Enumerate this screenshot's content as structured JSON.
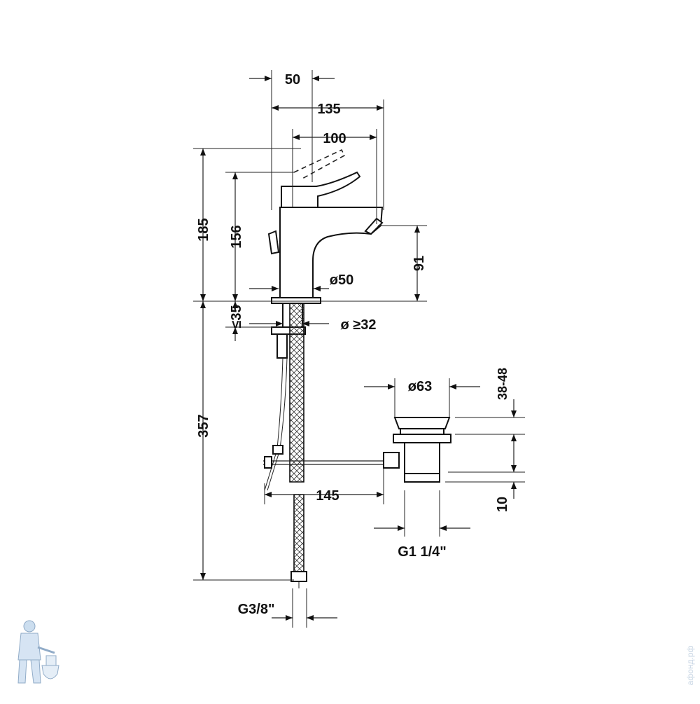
{
  "dimensions": {
    "d50_top": "50",
    "d135": "135",
    "d100": "100",
    "h185": "185",
    "h156": "156",
    "h91": "91",
    "dia50": "ø50",
    "le35": "≤35",
    "dia32": "ø ≥32",
    "h357": "357",
    "dia63": "ø63",
    "h38_48": "38-48",
    "d145": "145",
    "h10": "10",
    "g114": "G1 1/4\"",
    "g38": "G3/8\""
  },
  "watermark": {
    "text": "aфонд.рф"
  }
}
